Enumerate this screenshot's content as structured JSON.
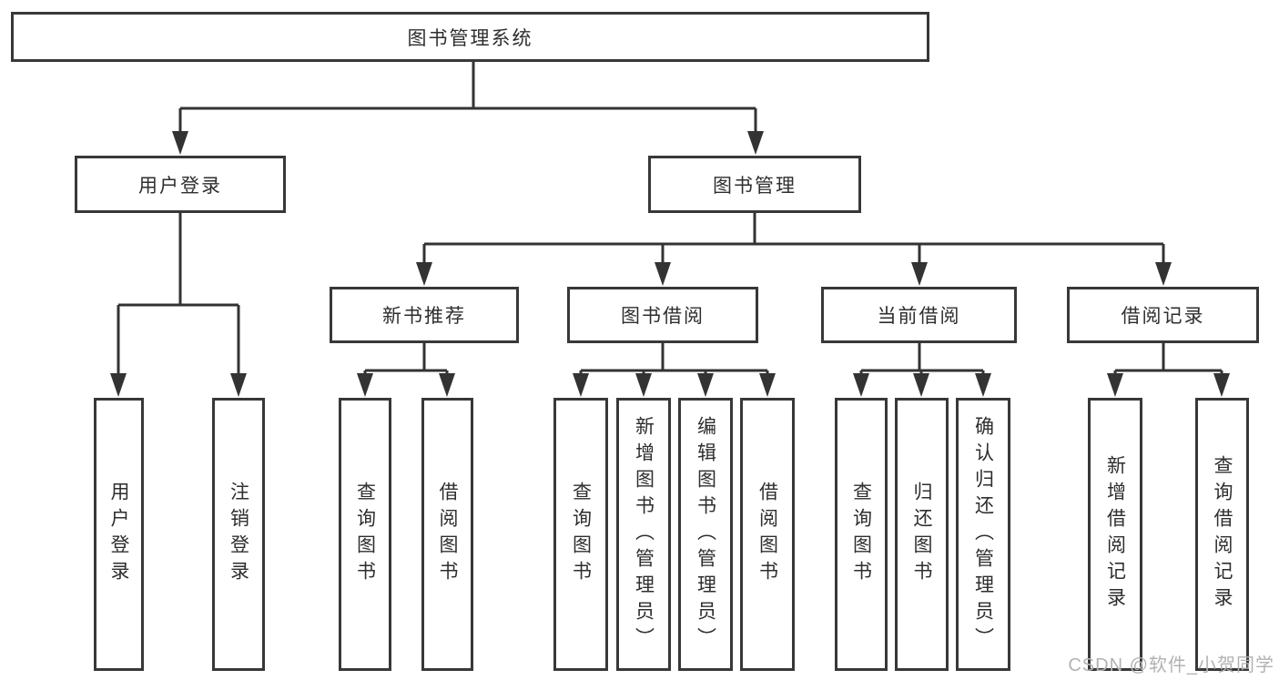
{
  "diagram": {
    "nodes": {
      "root": {
        "label": "图书管理系统"
      },
      "user_login": {
        "label": "用户登录"
      },
      "book_management": {
        "label": "图书管理"
      },
      "new_book_recommend": {
        "label": "新书推荐"
      },
      "book_borrow": {
        "label": "图书借阅"
      },
      "current_borrow": {
        "label": "当前借阅"
      },
      "borrow_records": {
        "label": "借阅记录"
      }
    },
    "leaves": [
      {
        "label": "用户登录"
      },
      {
        "label": "注销登录"
      },
      {
        "label": "查询图书"
      },
      {
        "label": "借阅图书"
      },
      {
        "label": "查询图书"
      },
      {
        "label": "新增图书（管理员）"
      },
      {
        "label": "编辑图书（管理员）"
      },
      {
        "label": "借阅图书"
      },
      {
        "label": "查询图书"
      },
      {
        "label": "归还图书"
      },
      {
        "label": "确认归还（管理员）"
      },
      {
        "label": "新增借阅记录"
      },
      {
        "label": "查询借阅记录"
      }
    ]
  },
  "watermark": {
    "text": "CSDN @软件_小贺同学"
  },
  "colors": {
    "line": "#333333",
    "border": "#383838",
    "text": "#2e2e2e",
    "watermark": "#b2b2b2",
    "background": "#ffffff"
  }
}
